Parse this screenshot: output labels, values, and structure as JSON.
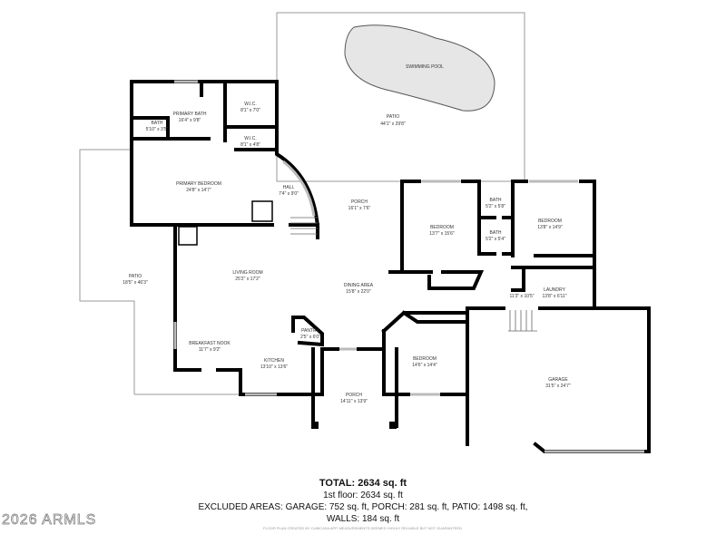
{
  "rooms": [
    {
      "name": "SWIMMING POOL",
      "dim": ""
    },
    {
      "name": "PATIO",
      "dim": "44'1\" x 29'8\""
    },
    {
      "name": "PRIMARY BATH",
      "dim": "16'4\" x 9'8\""
    },
    {
      "name": "BATH",
      "dim": "5'10\" x 3'5\""
    },
    {
      "name": "W.I.C.",
      "dim": "8'1\" x 7'0\""
    },
    {
      "name": "W.I.C.",
      "dim": "8'1\" x 4'8\""
    },
    {
      "name": "PRIMARY BEDROOM",
      "dim": "24'8\" x 14'7\""
    },
    {
      "name": "HALL",
      "dim": "7'4\" x 9'0\""
    },
    {
      "name": "PORCH",
      "dim": "16'1\" x 7'6\""
    },
    {
      "name": "BEDROOM",
      "dim": "13'7\" x 15'6\""
    },
    {
      "name": "BATH",
      "dim": "5'2\" x 5'8\""
    },
    {
      "name": "BATH",
      "dim": "5'2\" x 5'4\""
    },
    {
      "name": "BEDROOM",
      "dim": "13'8\" x 14'9\""
    },
    {
      "name": "LAUNDRY",
      "dim": "13'8\" x 6'11\""
    },
    {
      "name": "",
      "dim": "11'3\" x 10'5\""
    },
    {
      "name": "PATIO",
      "dim": "18'5\" x 46'3\""
    },
    {
      "name": "LIVING ROOM",
      "dim": "25'2\" x 17'2\""
    },
    {
      "name": "DINING AREA",
      "dim": "15'8\" x 22'0\""
    },
    {
      "name": "PANTRY",
      "dim": "2'5\" x 6'0\""
    },
    {
      "name": "BREAKFAST NOOK",
      "dim": "11'7\" x 9'2\""
    },
    {
      "name": "KITCHEN",
      "dim": "13'10\" x 13'6\""
    },
    {
      "name": "BEDROOM",
      "dim": "14'6\" x 14'4\""
    },
    {
      "name": "PORCH",
      "dim": "14'11\" x 13'9\""
    },
    {
      "name": "GARAGE",
      "dim": "31'5\" x 24'7\""
    }
  ],
  "summary": {
    "total": "TOTAL: 2634 sq. ft",
    "floor1": "1st floor: 2634 sq. ft",
    "excluded": "EXCLUDED AREAS: GARAGE: 752 sq. ft, PORCH: 281 sq. ft, PATIO: 1498 sq. ft,",
    "walls": "WALLS: 184 sq. ft",
    "credit": "FLOOR PLAN CREATED BY CUBICASA APP. MEASUREMENTS DEEMED HIGHLY RELIABLE BUT NOT GUARANTEED."
  },
  "watermark": "2026 ARMLS",
  "colors": {
    "wall": "#000000",
    "pool": "#e6e6e6"
  }
}
